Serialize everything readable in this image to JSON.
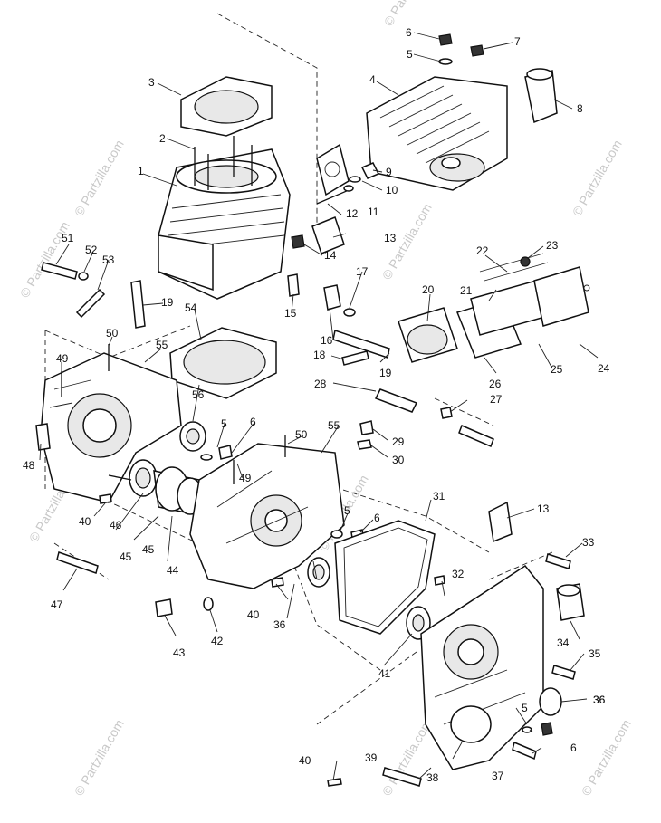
{
  "watermarks": [
    "© Partzilla.com",
    "© Partzilla.com",
    "© Partzilla.com",
    "© Partzilla.com",
    "© Partzilla.com",
    "© Partzilla.com",
    "© Partzilla.com",
    "© Partzilla.com",
    "© Partzilla.com",
    "© Partzilla.com"
  ],
  "callouts": [
    "1",
    "2",
    "3",
    "4",
    "5",
    "6",
    "7",
    "8",
    "9",
    "10",
    "11",
    "12",
    "13",
    "14",
    "15",
    "16",
    "17",
    "18",
    "19",
    "20",
    "21",
    "22",
    "23",
    "24",
    "25",
    "26",
    "27",
    "28",
    "19",
    "29",
    "30",
    "31",
    "32",
    "33",
    "34",
    "35",
    "36",
    "37",
    "38",
    "39",
    "40",
    "41",
    "42",
    "43",
    "44",
    "45",
    "45",
    "46",
    "47",
    "48",
    "49",
    "50",
    "51",
    "52",
    "53",
    "54",
    "55",
    "56",
    "5",
    "6",
    "49",
    "50",
    "55",
    "5",
    "6",
    "13",
    "36",
    "40",
    "40",
    "36",
    "5",
    "6"
  ]
}
